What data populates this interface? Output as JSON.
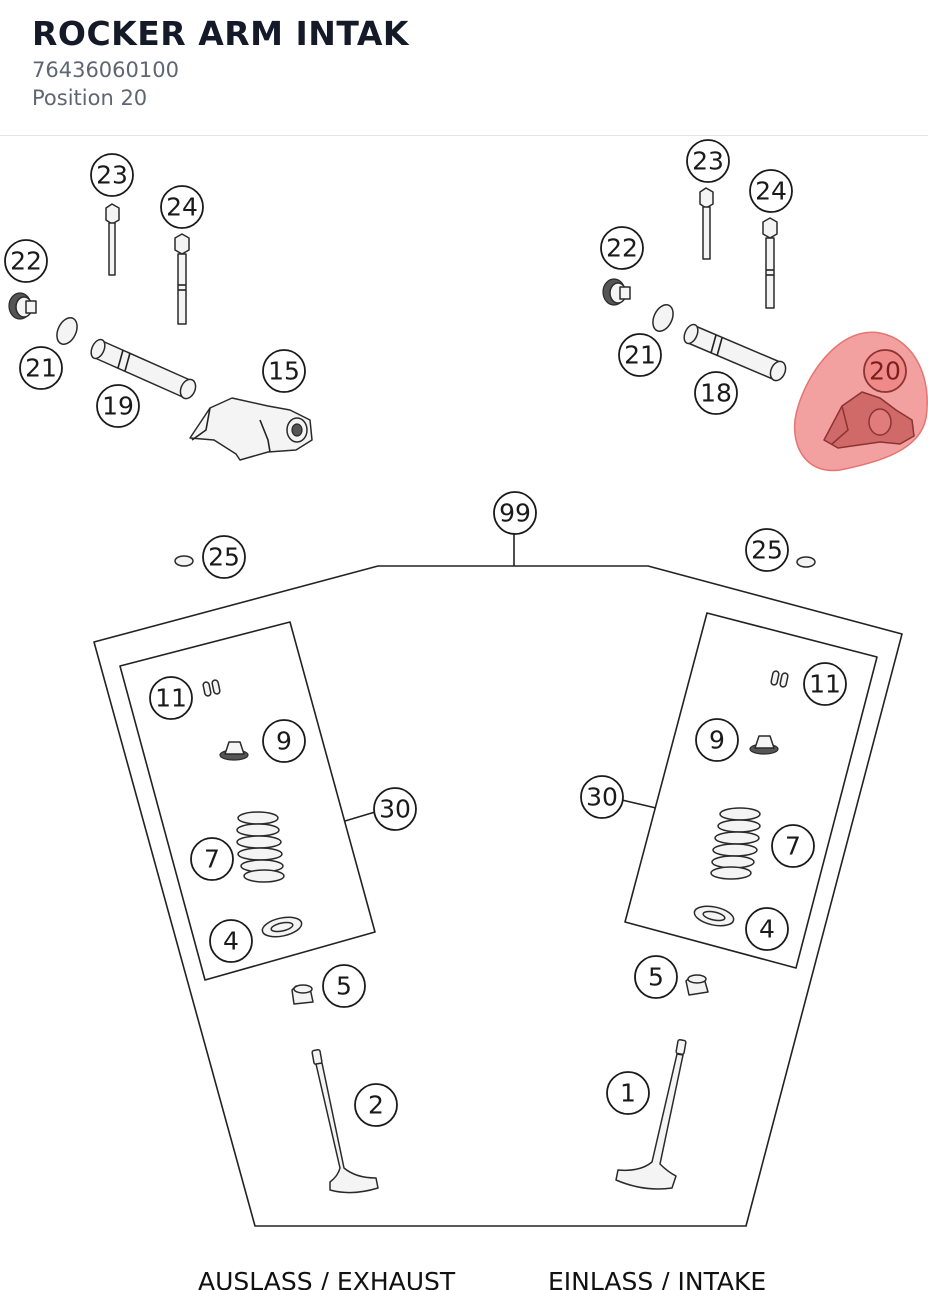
{
  "header": {
    "title": "ROCKER ARM INTAK",
    "part_number": "76436060100",
    "position": "Position 20"
  },
  "highlight": {
    "position": "20",
    "color": "#f08a88"
  },
  "callouts": {
    "l23": "23",
    "l24": "24",
    "l22": "22",
    "l21": "21",
    "l19": "19",
    "l15": "15",
    "r23": "23",
    "r24": "24",
    "r22": "22",
    "r21": "21",
    "r18": "18",
    "r20": "20",
    "c99": "99",
    "l25": "25",
    "r25": "25",
    "l11": "11",
    "l9": "9",
    "l30": "30",
    "l7": "7",
    "l4": "4",
    "l5": "5",
    "l2": "2",
    "r11": "11",
    "r9": "9",
    "r30": "30",
    "r7": "7",
    "r4": "4",
    "r5": "5",
    "r1": "1"
  },
  "captions": {
    "exhaust": "AUSLASS / EXHAUST",
    "intake": "EINLASS / INTAKE"
  }
}
